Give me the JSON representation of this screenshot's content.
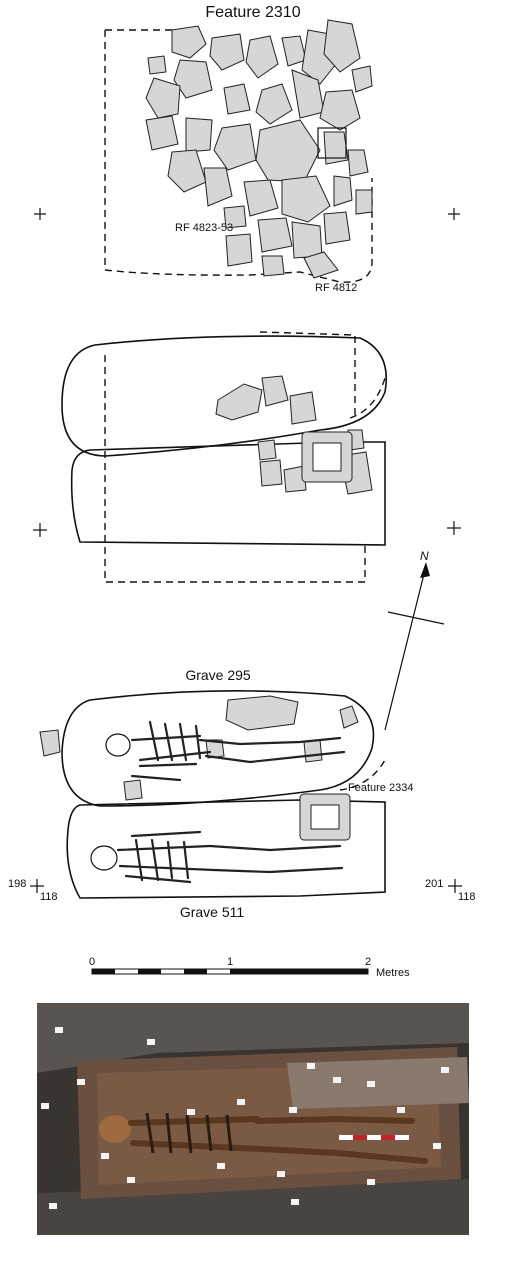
{
  "labels": {
    "feature_2310": "Feature 2310",
    "rf_4823": "RF 4823-53",
    "rf_4812": "RF 4812",
    "grave_295": "Grave 295",
    "feature_2334": "Feature 2334",
    "grave_511": "Grave 511",
    "north": "N"
  },
  "grid_points": {
    "sw": {
      "easting": "198",
      "northing": "118"
    },
    "se": {
      "easting": "201",
      "northing": "118"
    }
  },
  "scale_bar": {
    "ticks": [
      "0",
      "1",
      "2"
    ],
    "unit": "Metres"
  },
  "colors": {
    "ink": "#111111",
    "stone_fill": "#d6d6d6",
    "photo_soil": "#3a3430",
    "scale_red": "#c0242b"
  }
}
